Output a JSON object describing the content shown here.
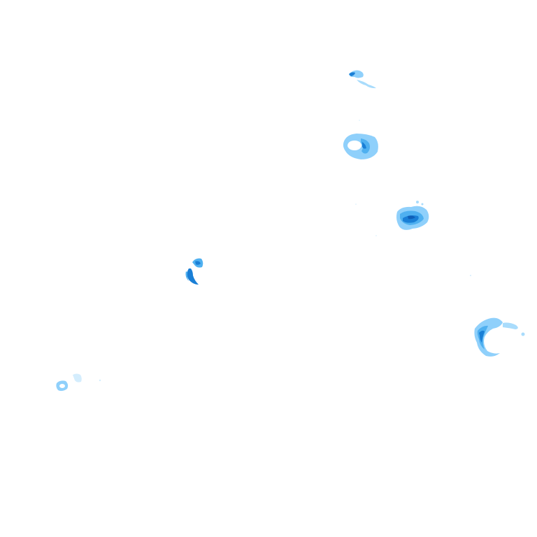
{
  "radar_layer": {
    "colors": {
      "background": "#ffffff",
      "light": "#8fd0fb",
      "medium": "#4fb0f0",
      "heavy": "#1a7fd6",
      "core": "#0f5fb8"
    },
    "cells": [
      {
        "id": "cell-north",
        "intensity": "light"
      },
      {
        "id": "cell-north-upper",
        "intensity": "medium"
      },
      {
        "id": "cell-east",
        "intensity": "heavy"
      },
      {
        "id": "cell-central-west",
        "intensity": "heavy"
      },
      {
        "id": "cell-southeast",
        "intensity": "medium"
      },
      {
        "id": "cell-southwest",
        "intensity": "light"
      }
    ]
  }
}
